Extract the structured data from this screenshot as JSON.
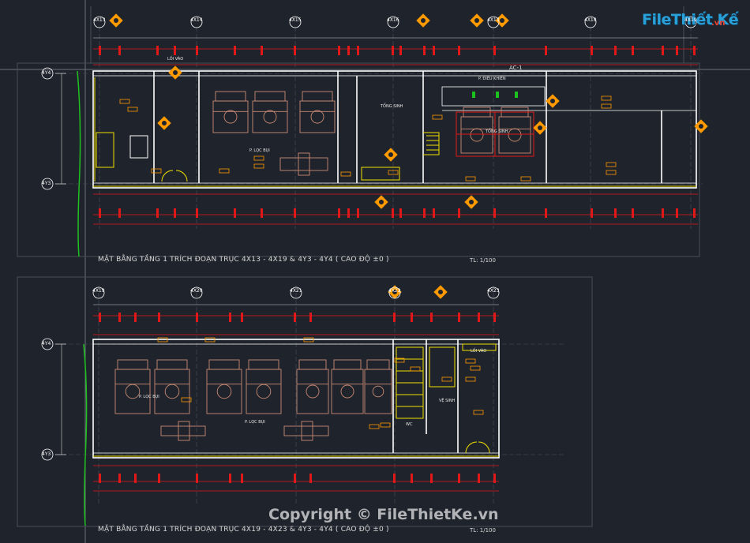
{
  "logo": {
    "main": "FileThiết Kế",
    "sub": ".vn"
  },
  "watermark": "Copyright © FileThietKe.vn",
  "plan_top": {
    "title": "MẶT BẰNG TẦNG 1 TRÍCH ĐOẠN TRỤC 4X13 - 4X19 & 4Y3 - 4Y4 ( CAO ĐỘ ±0 )",
    "scale": "TL: 1/100",
    "axes_x": [
      "4X13",
      "4X14",
      "4X15",
      "4X16",
      "4X17",
      "4X18",
      "4X19"
    ],
    "axes_y": [
      "4Y4",
      "4Y3"
    ],
    "rooms": [
      "LỐI VÀO",
      "P. LỌC BỤI",
      "TỔNG SINH",
      "P. ĐIỀU KHIỂN",
      "TỔNG SINH"
    ],
    "ac_label": "AC-1"
  },
  "plan_bottom": {
    "title": "MẶT BẰNG TẦNG 1 TRÍCH ĐOẠN TRỤC 4X19 - 4X23 & 4Y3 - 4Y4 ( CAO ĐỘ ±0 )",
    "scale": "TL: 1/100",
    "axes_x": [
      "4X19",
      "4X20",
      "4X21",
      "4X22",
      "4X23"
    ],
    "axes_y": [
      "4Y4",
      "4Y3"
    ],
    "rooms": [
      "LỐI VÀO",
      "P. LỌC BỤI",
      "P. LỌC BỤI",
      "VỆ SINH",
      "WC"
    ]
  },
  "colors": {
    "background": "#1f232b",
    "wall": "#ffffff",
    "dim_red": "#e01818",
    "equipment": "#c98a74",
    "tag_orange": "#ff9a00",
    "yellow": "#f0e000",
    "green": "#1ec21e",
    "frame": "#4a4e56"
  }
}
